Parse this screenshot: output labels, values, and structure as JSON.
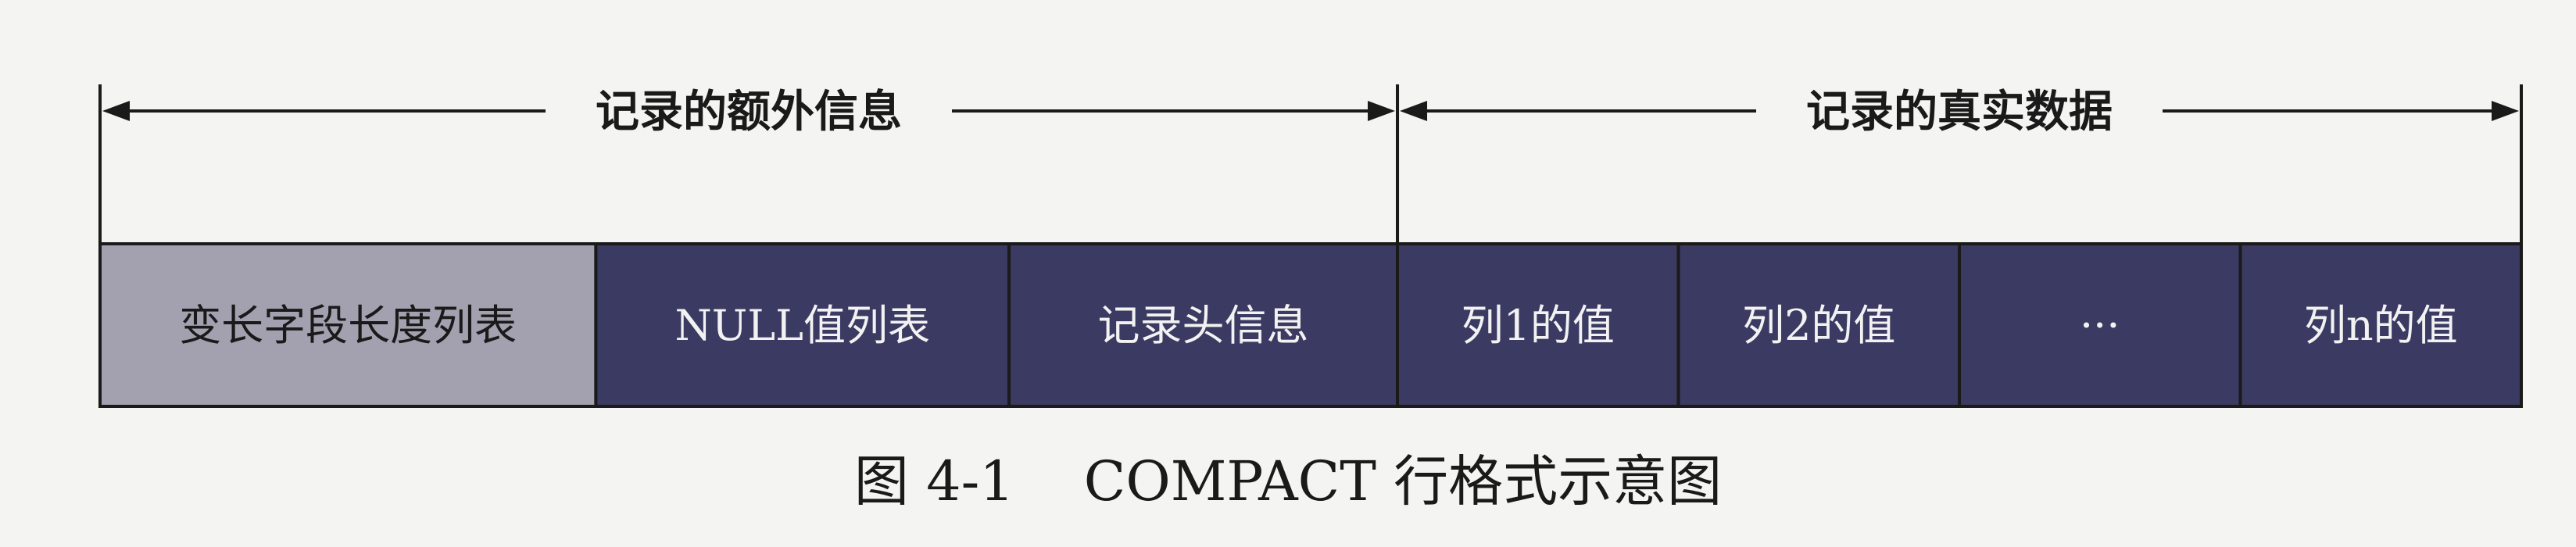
{
  "spans": [
    {
      "label": "记录的额外信息",
      "from_cell": 0,
      "to_cell": 2
    },
    {
      "label": "记录的真实数据",
      "from_cell": 3,
      "to_cell": 6
    }
  ],
  "cells": [
    {
      "label": "变长字段长度列表",
      "fill": "#a3a1b0",
      "text_color": "#1a1a1a",
      "weight": 3
    },
    {
      "label": "NULL值列表",
      "fill": "#3b3a62",
      "text_color": "#f2f2f2",
      "weight": 2.5
    },
    {
      "label": "记录头信息",
      "fill": "#3b3a62",
      "text_color": "#f2f2f2",
      "weight": 2.35
    },
    {
      "label": "列1的值",
      "fill": "#3b3a62",
      "text_color": "#f2f2f2",
      "weight": 1.7
    },
    {
      "label": "列2的值",
      "fill": "#3b3a62",
      "text_color": "#f2f2f2",
      "weight": 1.7
    },
    {
      "label": "···",
      "fill": "#3b3a62",
      "text_color": "#f2f2f2",
      "weight": 1.7
    },
    {
      "label": "列n的值",
      "fill": "#3b3a62",
      "text_color": "#f2f2f2",
      "weight": 1.7
    }
  ],
  "caption": "图 4-1    COMPACT 行格式示意图",
  "colors": {
    "line": "#1a1a1a",
    "cell_border": "#1a1a1a",
    "background": "#f4f4f2"
  }
}
